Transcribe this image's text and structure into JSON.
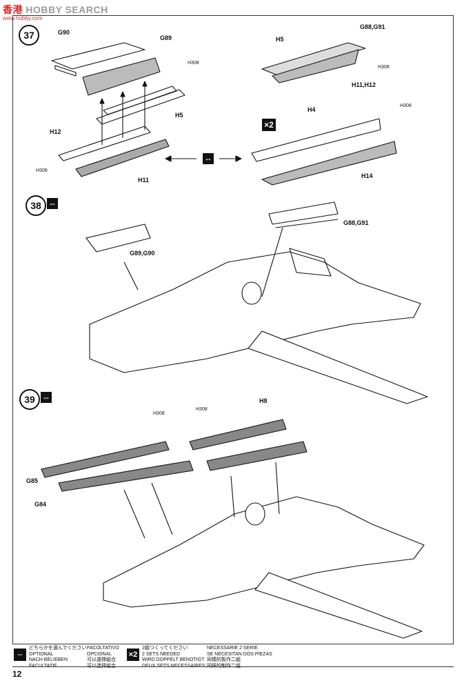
{
  "watermark": {
    "title_cn": "香港",
    "title_en": "HOBBY SEARCH",
    "sub": "www.hobby.com"
  },
  "steps": {
    "s37": {
      "num": "37",
      "labels": {
        "g90": "G90",
        "g89": "G89",
        "h5a": "H5",
        "h308a": "H308",
        "h12": "H12",
        "h308b": "H308",
        "h11": "H11",
        "h5b": "H5",
        "g88g91": "G88,G91",
        "h308c": "H308",
        "h11h12": "H11,H12",
        "h4": "H4",
        "h308d": "H308",
        "h14": "H14",
        "x2": "×2"
      }
    },
    "s38": {
      "num": "38",
      "labels": {
        "g89g90": "G89,G90",
        "g88g91": "G88,G91"
      }
    },
    "s39": {
      "num": "39",
      "labels": {
        "h308a": "H308",
        "h308b": "H308",
        "h8": "H8",
        "g85": "G85",
        "g84": "G84"
      }
    }
  },
  "legend": {
    "optional": [
      "どちらかを選んでください",
      "OPTIONAL",
      "NACH BELIEBEN",
      "FACULTATIF"
    ],
    "optional2": [
      "FACOLTATIVO",
      "OPCIONAL",
      "可以選擇組合",
      "可以选择组合"
    ],
    "sets": [
      "2組つくってください",
      "2 SETS NEEDED",
      "WIRD DOPPELT BENOTIGT",
      "DEUX SETS NECESSAIRES"
    ],
    "sets2": [
      "NECESSARIE 2 SERIE",
      "SE NECESITAN DOS PIEZAS",
      "同樣的製作二組",
      "同样的制作二组"
    ],
    "x2": "×2"
  },
  "page_number": "12"
}
